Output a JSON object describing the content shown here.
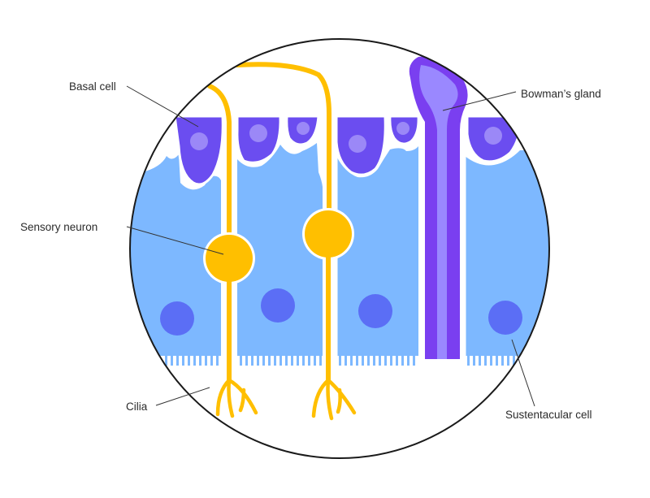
{
  "labels": {
    "basal_cell": "Basal cell",
    "sensory_neuron": "Sensory neuron",
    "cilia": "Cilia",
    "bowmans_gland": "Bowman’s gland",
    "sustentacular_cell": "Sustentacular cell"
  },
  "colors": {
    "sustentacular_fill": "#7db8ff",
    "sustentacular_nucleus": "#5b6ef5",
    "basal_fill": "#6b4df0",
    "basal_nucleus": "#9b88f7",
    "neuron": "#ffbf00",
    "gland_outer": "#7a3ff0",
    "gland_inner": "#9a88ff",
    "circle_outline": "#1a1a1a"
  }
}
